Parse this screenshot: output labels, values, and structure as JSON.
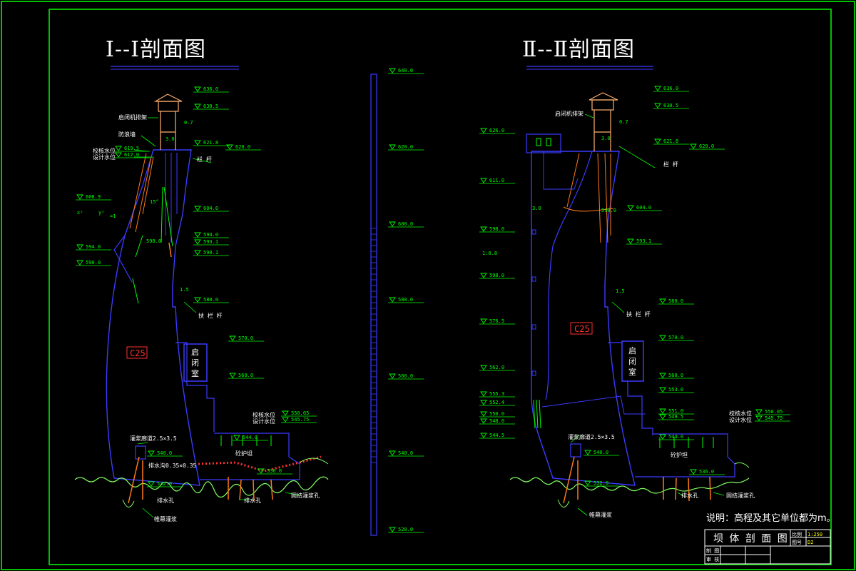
{
  "drawing": {
    "title_left": "Ⅰ--Ⅰ剖面图",
    "title_right": "Ⅱ--Ⅱ剖面图",
    "note": "说明：高程及其它单位都为m。"
  },
  "title_block": {
    "drawing_name": "坝 体 剖 面 图",
    "scale_label": "比例",
    "scale_value": "1:250",
    "sheet_label": "图号",
    "sheet_value": "D2",
    "drawn_label": "制 图",
    "check_label": "审 核"
  },
  "scale_bar": {
    "labels": [
      "640.0",
      "620.0",
      "600.0",
      "580.0",
      "560.0",
      "540.0",
      "520.0"
    ]
  },
  "section1": {
    "concrete": "C25",
    "room": [
      "启",
      "闭",
      "室"
    ],
    "elev_right": [
      "636.0",
      "630.5",
      "621.8",
      "620.0",
      "604.0",
      "594.0",
      "593.1",
      "590.1",
      "580.0",
      "570.0",
      "560.0",
      "544.0"
    ],
    "elev_left": [
      "608.9",
      "594.0",
      "590.0"
    ],
    "elev_bottom": [
      "540.0",
      "532.0",
      "536.0"
    ],
    "water_levels": [
      "619.5",
      "612.0"
    ],
    "flood_levels": [
      "550.05",
      "545.75"
    ],
    "dims": [
      "0.7",
      "3.0",
      "15°",
      "1.5",
      "598.0"
    ],
    "equation": [
      "x²",
      "y²",
      "=1"
    ],
    "labels": {
      "hoist": "启闭机排架",
      "parapet": "防浪墙",
      "check_level": "校核水位",
      "design_level": "设计水位",
      "railing": "栏 杆",
      "handrail": "扶 栏 杆",
      "gallery": "灌浆廊道2.5×3.5",
      "drain_gallery": "排水沟0.35×0.35",
      "apron": "砼护坦",
      "drain_hole": "排水孔",
      "drain_hole2": "排水孔",
      "curtain": "帷幕灌浆",
      "anchor": "固结灌浆孔"
    }
  },
  "section2": {
    "concrete": "C25",
    "room": [
      "启",
      "闭",
      "室"
    ],
    "elev_right": [
      "636.0",
      "630.5",
      "621.8",
      "620.0",
      "604.0",
      "593.1",
      "580.0",
      "570.0",
      "560.0",
      "553.0",
      "551.0",
      "549.5",
      "544.0",
      "540.0",
      "532.0",
      "536.0"
    ],
    "elev_left": [
      "626.0",
      "611.0",
      "598.0",
      "598.0",
      "576.5",
      "562.0",
      "555.3",
      "552.4",
      "550.0",
      "548.0",
      "544.5"
    ],
    "flood_levels": [
      "550.05",
      "545.75"
    ],
    "dims": [
      "0.7",
      "3.0",
      "1.5",
      "590.0",
      "3.0"
    ],
    "slope": "1:0.8",
    "labels": {
      "hoist": "启闭机排架",
      "railing": "栏 杆",
      "handrail": "扶 栏 杆",
      "check_level": "校核水位",
      "design_level": "设计水位",
      "gallery": "灌浆廊道2.5×3.5",
      "apron": "砼护坦",
      "drain_hole": "排水孔",
      "curtain": "帷幕灌浆",
      "anchor": "固结灌浆孔"
    }
  },
  "colors": {
    "frame": "#00ff00",
    "dam": "#3b3bff",
    "text": "#ffffff",
    "dim": "#00ff00",
    "hatch": "#ff7a1a",
    "concrete_label": "#ff3030",
    "pavilion": "#ffb070",
    "ground": "#7fff5f",
    "scale": "#3b3bff"
  }
}
